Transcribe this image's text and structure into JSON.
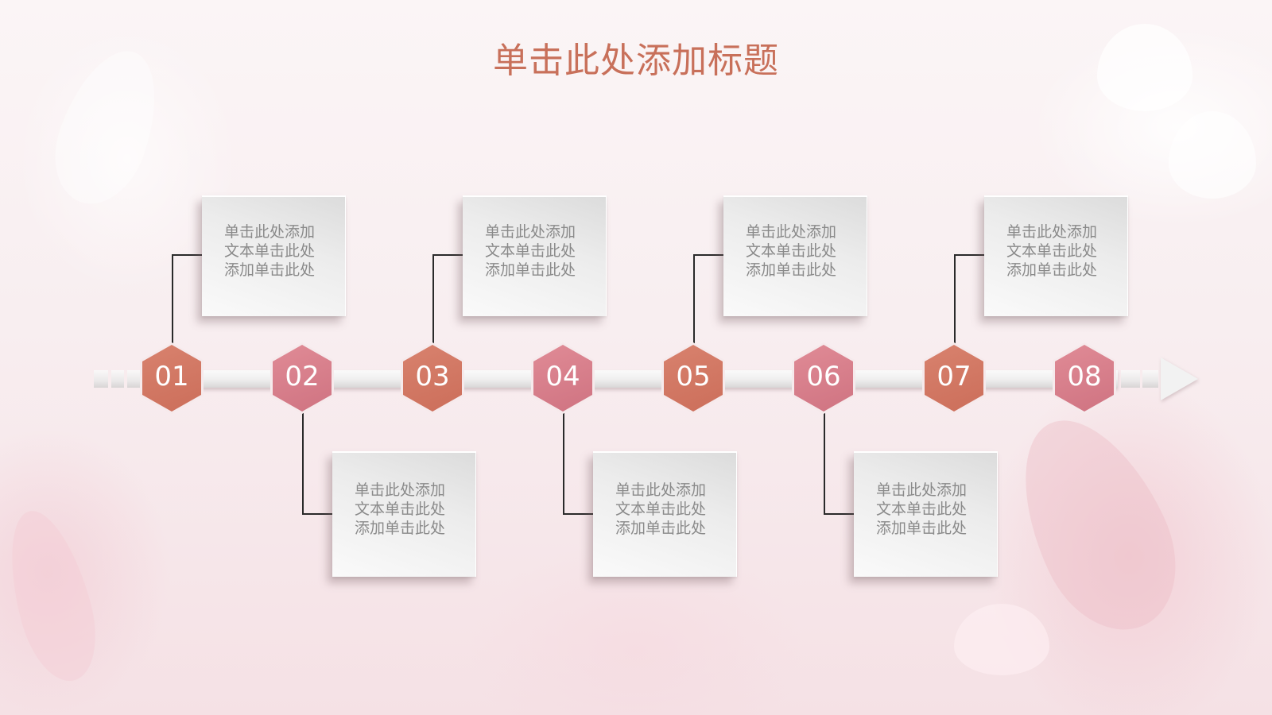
{
  "slide": {
    "title": "单击此处添加标题",
    "colors": {
      "title": "#c8705a",
      "hex_odd": "#cc6e5a",
      "hex_even": "#d97f8b",
      "card_text": "#8a8a8a",
      "background": "#f8eef0"
    }
  },
  "timeline": {
    "steps": [
      {
        "number": "01",
        "position": "top",
        "lines": [
          "单击此处添加",
          "文本单击此处",
          "添加单击此处"
        ]
      },
      {
        "number": "02",
        "position": "bottom",
        "lines": [
          "单击此处添加",
          "文本单击此处",
          "添加单击此处"
        ]
      },
      {
        "number": "03",
        "position": "top",
        "lines": [
          "单击此处添加",
          "文本单击此处",
          "添加单击此处"
        ]
      },
      {
        "number": "04",
        "position": "bottom",
        "lines": [
          "单击此处添加",
          "文本单击此处",
          "添加单击此处"
        ]
      },
      {
        "number": "05",
        "position": "top",
        "lines": [
          "单击此处添加",
          "文本单击此处",
          "添加单击此处"
        ]
      },
      {
        "number": "06",
        "position": "bottom",
        "lines": [
          "单击此处添加",
          "文本单击此处",
          "添加单击此处"
        ]
      },
      {
        "number": "07",
        "position": "top",
        "lines": [
          "单击此处添加",
          "文本单击此处",
          "添加单击此处"
        ]
      },
      {
        "number": "08",
        "position": "none",
        "lines": []
      }
    ]
  }
}
